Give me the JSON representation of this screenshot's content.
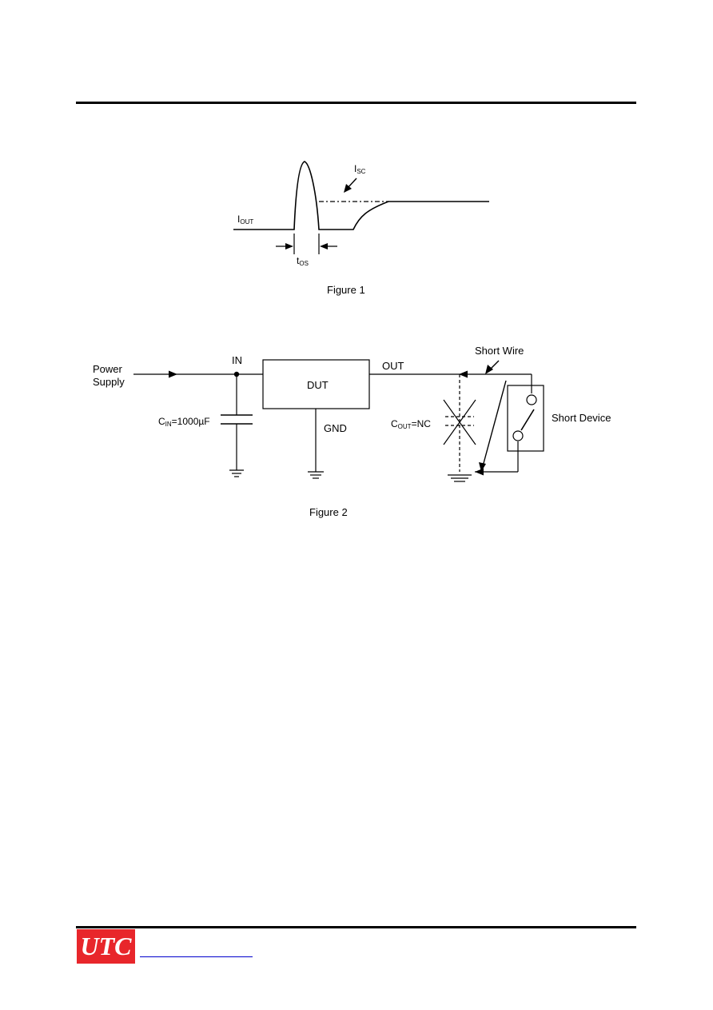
{
  "figure1": {
    "caption": "Figure 1",
    "i_out": {
      "main": "I",
      "sub": "OUT"
    },
    "i_sc": {
      "main": "I",
      "sub": "SC"
    },
    "t_os": {
      "main": "t",
      "sub": "OS"
    }
  },
  "figure2": {
    "caption": "Figure 2",
    "power_supply_line1": "Power",
    "power_supply_line2": "Supply",
    "in_label": "IN",
    "out_label": "OUT",
    "dut_label": "DUT",
    "gnd_label": "GND",
    "c_in": {
      "main": "C",
      "sub": "IN",
      "value": "=1000µF"
    },
    "c_out": {
      "main": "C",
      "sub": "OUT",
      "value": "=NC"
    },
    "short_wire_label": "Short Wire",
    "short_device_label": "Short Device"
  },
  "footer": {
    "logo_text": "UTC"
  }
}
